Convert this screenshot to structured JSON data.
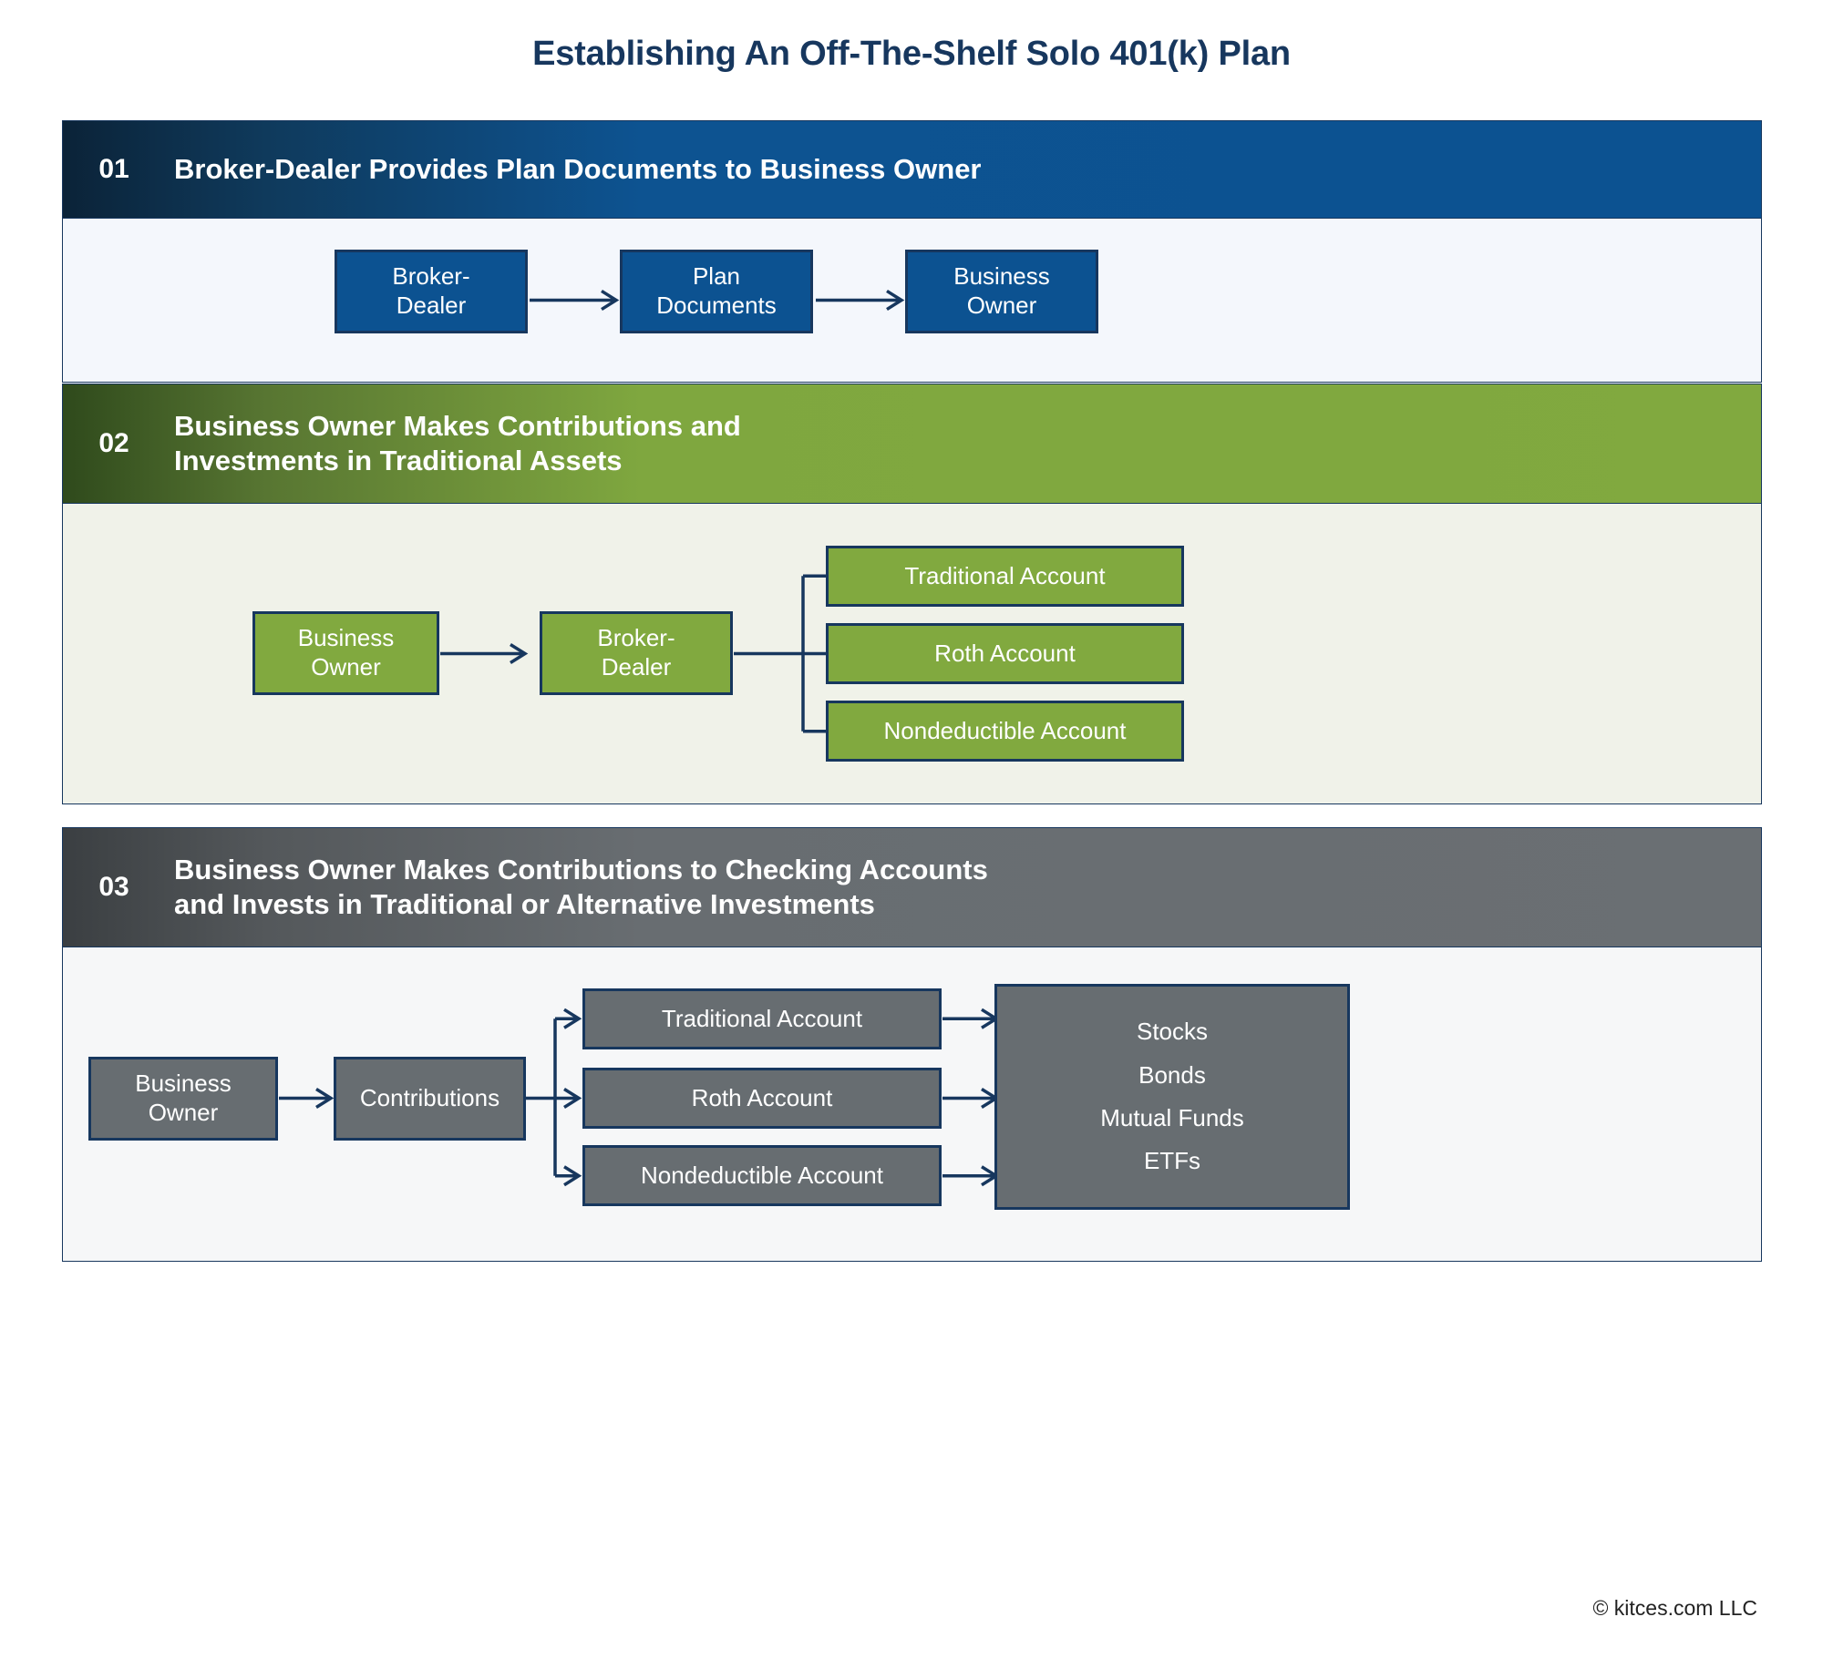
{
  "title": "Establishing An Off-The-Shelf Solo 401(k) Plan",
  "footer": "© kitces.com LLC",
  "colors": {
    "title_navy": "#17375e",
    "section1_accent": "#0c5291",
    "section2_accent": "#81a93f",
    "section3_accent": "#676d71",
    "border_navy": "#17375e",
    "section1_panel": "#f4f7fc",
    "section2_panel": "#f0f2e9",
    "section3_panel": "#f6f7f8",
    "page_background": "#ffffff",
    "node_text": "#ffffff"
  },
  "sections": [
    {
      "number": "01",
      "heading": "Broker-Dealer Provides Plan Documents to Business Owner",
      "nodes": [
        {
          "label": "Broker-\nDealer"
        },
        {
          "label": "Plan\nDocuments"
        },
        {
          "label": "Business\nOwner"
        }
      ]
    },
    {
      "number": "02",
      "heading": "Business Owner Makes Contributions and\nInvestments in Traditional Assets",
      "nodes": [
        {
          "label": "Business\nOwner"
        },
        {
          "label": "Broker-\nDealer"
        },
        {
          "label": "Traditional Account"
        },
        {
          "label": "Roth Account"
        },
        {
          "label": "Nondeductible Account"
        }
      ]
    },
    {
      "number": "03",
      "heading": "Business Owner Makes Contributions to Checking Accounts\nand Invests in Traditional or Alternative Investments",
      "nodes": [
        {
          "label": "Business\nOwner"
        },
        {
          "label": "Contributions"
        },
        {
          "label": "Traditional Account"
        },
        {
          "label": "Roth Account"
        },
        {
          "label": "Nondeductible Account"
        },
        {
          "label": "Stocks\nBonds\nMutual Funds\nETFs"
        }
      ]
    }
  ]
}
